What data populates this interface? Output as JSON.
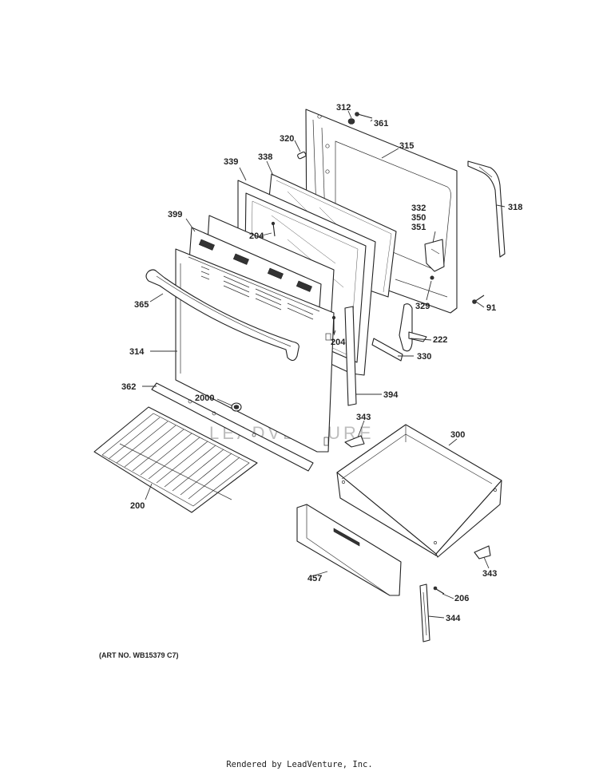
{
  "diagram": {
    "callouts": [
      {
        "id": "312",
        "label": "312"
      },
      {
        "id": "361",
        "label": "361"
      },
      {
        "id": "315",
        "label": "315"
      },
      {
        "id": "320",
        "label": "320"
      },
      {
        "id": "339",
        "label": "339"
      },
      {
        "id": "338",
        "label": "338"
      },
      {
        "id": "318",
        "label": "318"
      },
      {
        "id": "332",
        "label": "332"
      },
      {
        "id": "350",
        "label": "350"
      },
      {
        "id": "351",
        "label": "351"
      },
      {
        "id": "399",
        "label": "399"
      },
      {
        "id": "204a",
        "label": "204"
      },
      {
        "id": "365",
        "label": "365"
      },
      {
        "id": "329",
        "label": "329"
      },
      {
        "id": "91",
        "label": "91"
      },
      {
        "id": "222",
        "label": "222"
      },
      {
        "id": "204b",
        "label": "204"
      },
      {
        "id": "314",
        "label": "314"
      },
      {
        "id": "330",
        "label": "330"
      },
      {
        "id": "362",
        "label": "362"
      },
      {
        "id": "394",
        "label": "394"
      },
      {
        "id": "2000",
        "label": "2000"
      },
      {
        "id": "343a",
        "label": "343"
      },
      {
        "id": "300",
        "label": "300"
      },
      {
        "id": "200",
        "label": "200"
      },
      {
        "id": "343b",
        "label": "343"
      },
      {
        "id": "457",
        "label": "457"
      },
      {
        "id": "206",
        "label": "206"
      },
      {
        "id": "344",
        "label": "344"
      }
    ],
    "art_number": "(ART NO. WB15379 C7)",
    "footer": "Rendered by LeadVenture, Inc.",
    "watermark": "LEADVENTURE"
  }
}
